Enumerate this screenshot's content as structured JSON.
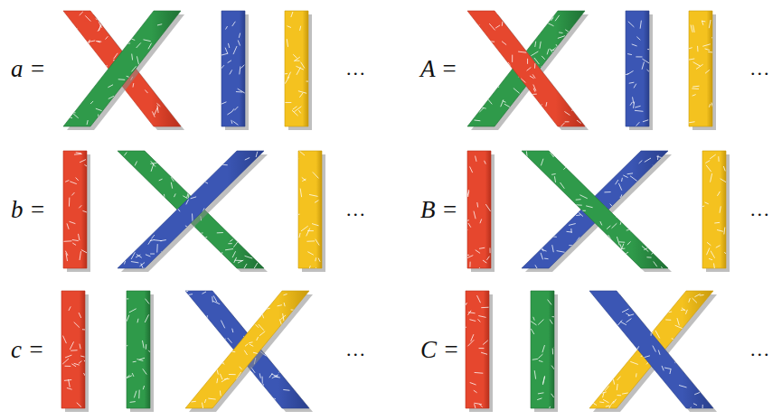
{
  "diagram": {
    "labels": [
      "a =",
      "...",
      "A =",
      "...",
      "b =",
      "...",
      "B =",
      "...",
      "c =",
      "...",
      "C =",
      "..."
    ]
  }
}
